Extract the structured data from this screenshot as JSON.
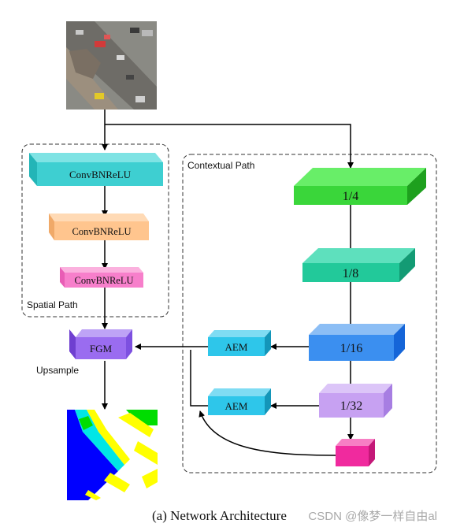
{
  "labels": {
    "convbnrelu_1": "ConvBNReLU",
    "convbnrelu_2": "ConvBNReLU",
    "convbnrelu_3": "ConvBNReLU",
    "spatial_path": "Spatial Path",
    "contextual_path": "Contextual Path",
    "scale_1_4": "1/4",
    "scale_1_8": "1/8",
    "scale_1_16": "1/16",
    "scale_1_32": "1/32",
    "aem_1": "AEM",
    "aem_2": "AEM",
    "fgm": "FGM",
    "upsample": "Upsample",
    "caption": "(a) Network Architecture",
    "watermark": "CSDN @像梦一样自由al"
  },
  "colors": {
    "conv1": "#3ecfd1",
    "conv2": "#ffc58e",
    "conv3": "#f77fcb",
    "scale_1_4": "#3ad63a",
    "scale_1_8": "#22c99a",
    "scale_1_16": "#3b8ff0",
    "scale_1_32": "#c7a1f2",
    "aem": "#2ec6ea",
    "fgm": "#9a6cf0",
    "pool": "#f02a9e"
  }
}
